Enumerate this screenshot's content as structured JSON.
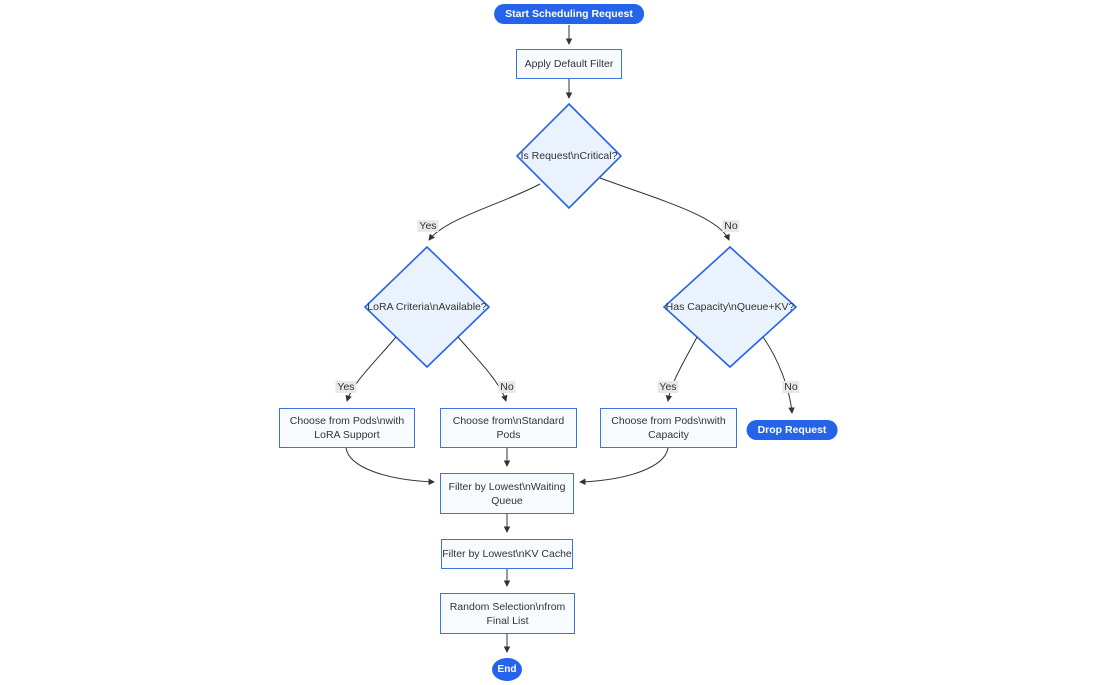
{
  "diagram_type": "flowchart",
  "colors": {
    "pill_fill": "#2563eb",
    "pill_text": "#ffffff",
    "process_fill": "#f7fbff",
    "process_border": "#3b74e0",
    "decision_fill": "#e9f2fd",
    "decision_border": "#2563eb",
    "edge_line": "#333333",
    "edge_label_bg": "#e8e8e8",
    "node_text": "#333333"
  },
  "nodes": {
    "start": {
      "label": "Start Scheduling Request"
    },
    "apply_filter": {
      "lines": [
        "Apply Default Filter"
      ]
    },
    "is_critical": {
      "label": "Is Request\\nCritical?"
    },
    "lora_criteria": {
      "label": "LoRA Criteria\\nAvailable?"
    },
    "has_capacity": {
      "label": "Has Capacity\\nQueue+KV?"
    },
    "choose_lora_pods": {
      "lines": [
        "Choose from Pods\\nwith",
        "LoRA Support"
      ]
    },
    "choose_standard_pods": {
      "lines": [
        "Choose from\\nStandard",
        "Pods"
      ]
    },
    "choose_capacity_pods": {
      "lines": [
        "Choose from Pods\\nwith",
        "Capacity"
      ]
    },
    "drop_request": {
      "label": "Drop Request"
    },
    "filter_waiting_queue": {
      "lines": [
        "Filter by Lowest\\nWaiting",
        "Queue"
      ]
    },
    "filter_kv_cache": {
      "lines": [
        "Filter by Lowest\\nKV Cache"
      ]
    },
    "random_selection": {
      "lines": [
        "Random Selection\\nfrom",
        "Final List"
      ]
    },
    "end": {
      "label": "End"
    }
  },
  "edge_labels": [
    "Yes",
    "No",
    "Yes",
    "No",
    "Yes",
    "No"
  ]
}
